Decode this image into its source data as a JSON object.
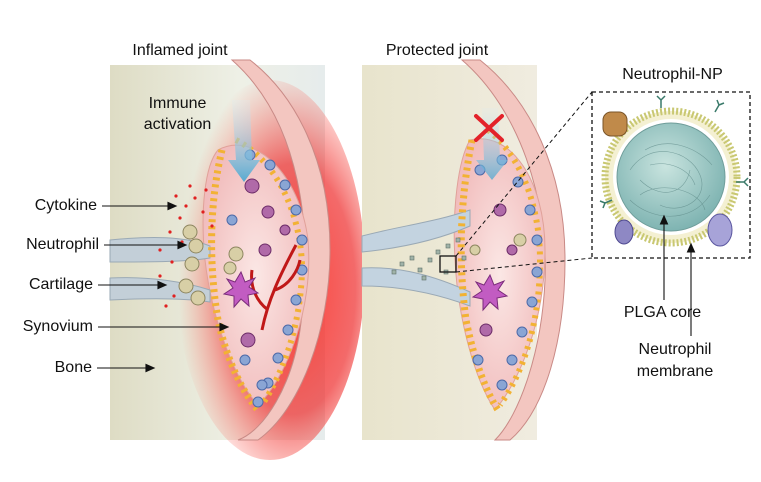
{
  "titles": {
    "inflamed": "Inflamed joint",
    "protected": "Protected joint",
    "nanoparticle": "Neutrophil-NP"
  },
  "annotations": {
    "immune_activation": [
      "Immune",
      "activation"
    ],
    "plga_core": "PLGA core",
    "neutrophil_membrane": [
      "Neutrophil",
      "membrane"
    ]
  },
  "left_labels": [
    "Cytokine",
    "Neutrophil",
    "Cartilage",
    "Synovium",
    "Bone"
  ],
  "colors": {
    "bone": "#e9e3cf",
    "inflammation": "#e8202a",
    "synovium": "#f4c9c9",
    "cartilage": "#c8d6e2",
    "immune_arrow": "#6fb7d6",
    "cross": "#e3222a",
    "np_core": "#9cc9c7",
    "membrane": "#c9c872"
  }
}
